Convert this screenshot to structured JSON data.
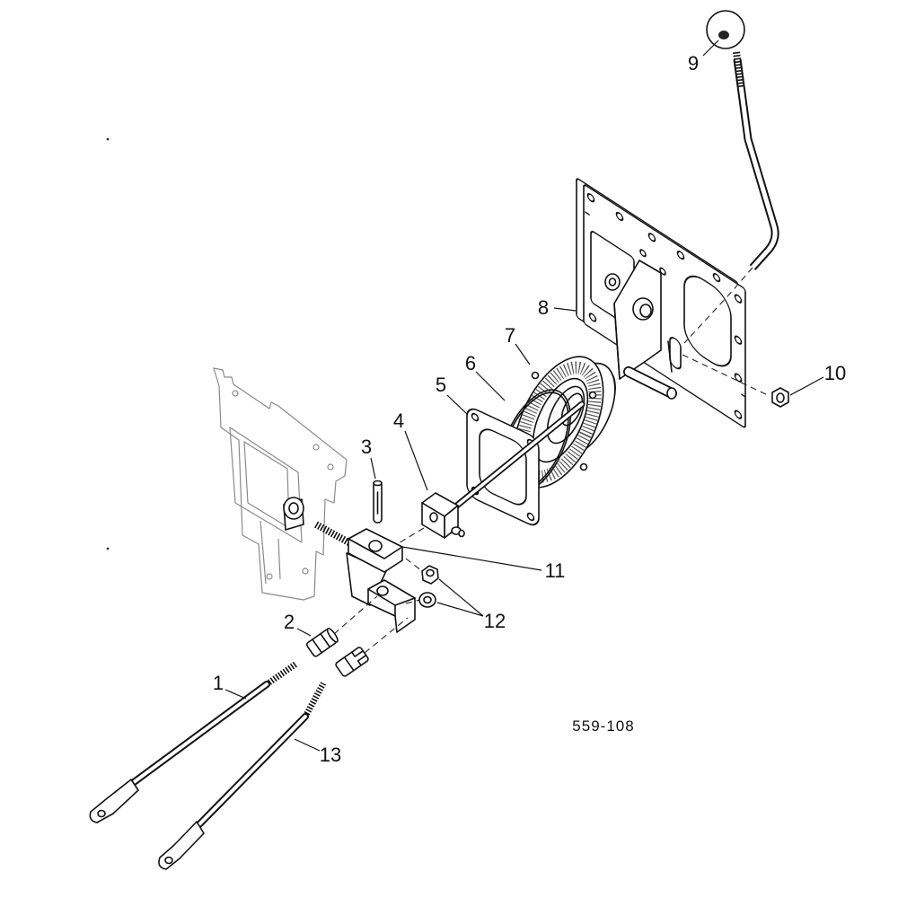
{
  "figure": {
    "code": "559-108"
  },
  "callouts": [
    "1",
    "2",
    "3",
    "4",
    "5",
    "6",
    "7",
    "8",
    "9",
    "10",
    "11",
    "12",
    "13"
  ]
}
